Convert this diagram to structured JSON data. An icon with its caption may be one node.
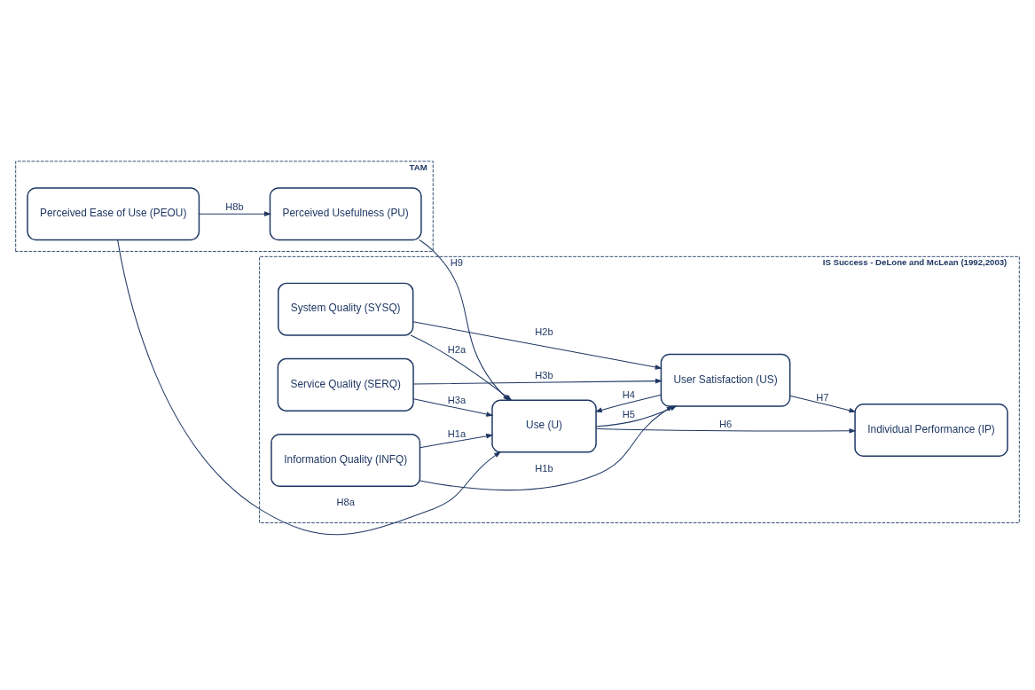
{
  "diagram": {
    "nodes": [
      {
        "text": [
          "TAM"
        ]
      },
      {
        "text": [
          "Perceived Ease of Use (PEOU)"
        ],
        "in": 0
      },
      {
        "text": [
          "Perceived Usefulness (PU)"
        ],
        "in": 0
      },
      {
        "text": [
          "IS Success - DeLone and McLean (1992,2003)"
        ]
      },
      {
        "text": [
          "Information Quality (INFQ)"
        ],
        "in": 3
      },
      {
        "text": [
          "Use (U)"
        ],
        "in": 3
      },
      {
        "text": [
          "System Quality (SYSQ)"
        ],
        "in": 3
      },
      {
        "text": [
          "Individual Performance (IP)"
        ],
        "in": 3
      },
      {
        "text": [
          "User Satisfaction (US)"
        ],
        "in": 3
      },
      {
        "text": [
          "Service Quality (SERQ)"
        ],
        "in": 3
      }
    ],
    "edges": [
      {
        "from": 1,
        "to": 2,
        "arrow": "to",
        "label": "H8b"
      },
      {
        "from": 1,
        "to": 5,
        "arrow": "to",
        "label": "H8a"
      },
      {
        "from": 2,
        "to": 5,
        "arrow": "to",
        "label": "H9"
      },
      {
        "from": 4,
        "to": 5,
        "arrow": "to",
        "label": "H1a"
      },
      {
        "from": 4,
        "to": 8,
        "arrow": "to",
        "label": "H1b"
      },
      {
        "from": 6,
        "to": 5,
        "arrow": "to",
        "label": "H2a"
      },
      {
        "from": 6,
        "to": 8,
        "arrow": "to",
        "label": "H2b"
      },
      {
        "from": 9,
        "to": 5,
        "arrow": "to",
        "label": "H3a"
      },
      {
        "from": 9,
        "to": 8,
        "arrow": "to",
        "label": "H3b"
      },
      {
        "from": 8,
        "to": 5,
        "arrow": "to",
        "label": "H4"
      },
      {
        "from": 5,
        "to": 8,
        "arrow": "to",
        "label": "H5"
      },
      {
        "from": 5,
        "to": 7,
        "arrow": "to",
        "label": "H6"
      },
      {
        "from": 8,
        "to": 7,
        "arrow": "to",
        "label": "H7"
      }
    ]
  }
}
